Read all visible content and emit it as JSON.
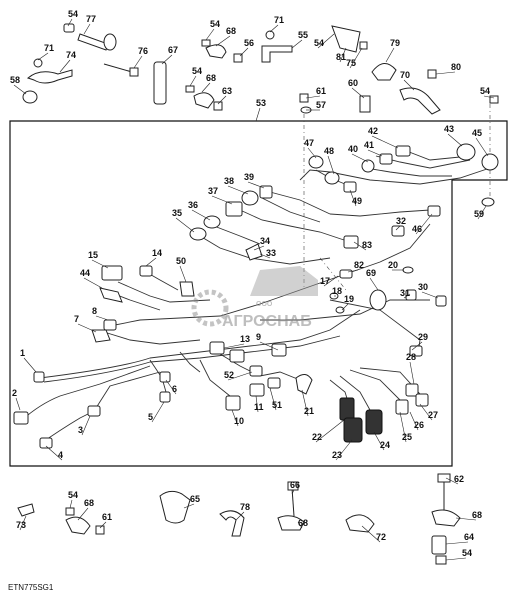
{
  "callouts": {
    "c1": "1",
    "c2": "2",
    "c3": "3",
    "c4": "4",
    "c5": "5",
    "c6": "6",
    "c7": "7",
    "c8": "8",
    "c9": "9",
    "c10": "10",
    "c11": "11",
    "c13": "13",
    "c14": "14",
    "c15": "15",
    "c17": "17",
    "c18": "18",
    "c19": "19",
    "c20": "20",
    "c21": "21",
    "c22": "22",
    "c23": "23",
    "c24": "24",
    "c25": "25",
    "c26": "26",
    "c27": "27",
    "c28": "28",
    "c29": "29",
    "c30": "30",
    "c31": "31",
    "c32": "32",
    "c33": "33",
    "c34": "34",
    "c35": "35",
    "c36": "36",
    "c37": "37",
    "c38": "38",
    "c39": "39",
    "c40": "40",
    "c41": "41",
    "c42": "42",
    "c43": "43",
    "c44": "44",
    "c45": "45",
    "c46": "46",
    "c47": "47",
    "c48": "48",
    "c49": "49",
    "c50": "50",
    "c51": "51",
    "c52": "52",
    "c53": "53",
    "c54": "54",
    "c55": "55",
    "c56": "56",
    "c57": "57",
    "c58": "58",
    "c59": "59",
    "c60": "60",
    "c61": "61",
    "c62": "62",
    "c63": "63",
    "c64": "64",
    "c65": "65",
    "c66": "66",
    "c67": "67",
    "c68": "68",
    "c69": "69",
    "c70": "70",
    "c71": "71",
    "c72": "72",
    "c73": "73",
    "c74": "74",
    "c75": "75",
    "c76": "76",
    "c77": "77",
    "c78": "78",
    "c79": "79",
    "c80": "80",
    "c81": "81",
    "c82": "82",
    "c83": "83"
  },
  "watermark": {
    "text": "АГРОСНАБ",
    "prefix": "ООО"
  },
  "document_id": "ETN775SG1"
}
